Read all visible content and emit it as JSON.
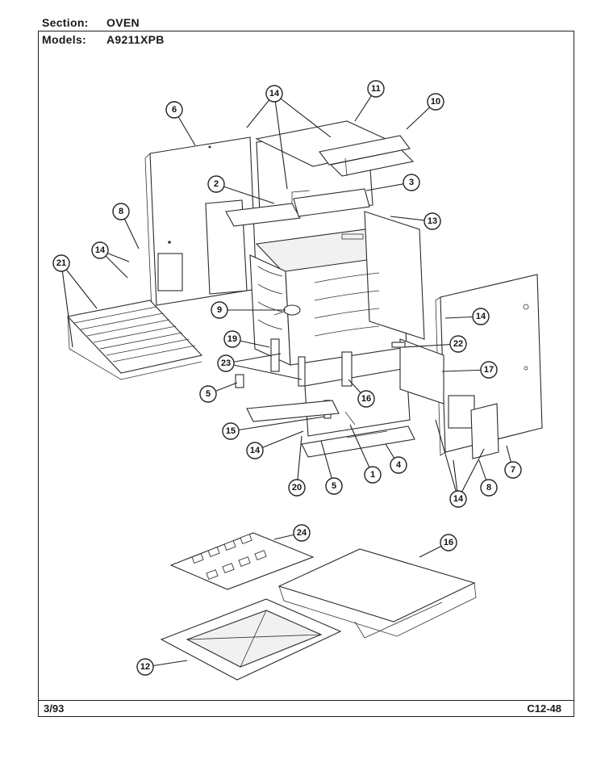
{
  "header": {
    "section_label": "Section:",
    "section_value": "OVEN",
    "models_label": "Models:",
    "models_value": "A9211XPB"
  },
  "footer": {
    "date_code": "3/93",
    "page_code": "C12-48"
  },
  "callouts": [
    "14",
    "11",
    "10",
    "6",
    "2",
    "3",
    "8",
    "13",
    "14",
    "21",
    "9",
    "14",
    "19",
    "22",
    "23",
    "17",
    "5",
    "16",
    "15",
    "14",
    "1",
    "4",
    "7",
    "20",
    "5",
    "14",
    "8",
    "24",
    "16",
    "12"
  ]
}
